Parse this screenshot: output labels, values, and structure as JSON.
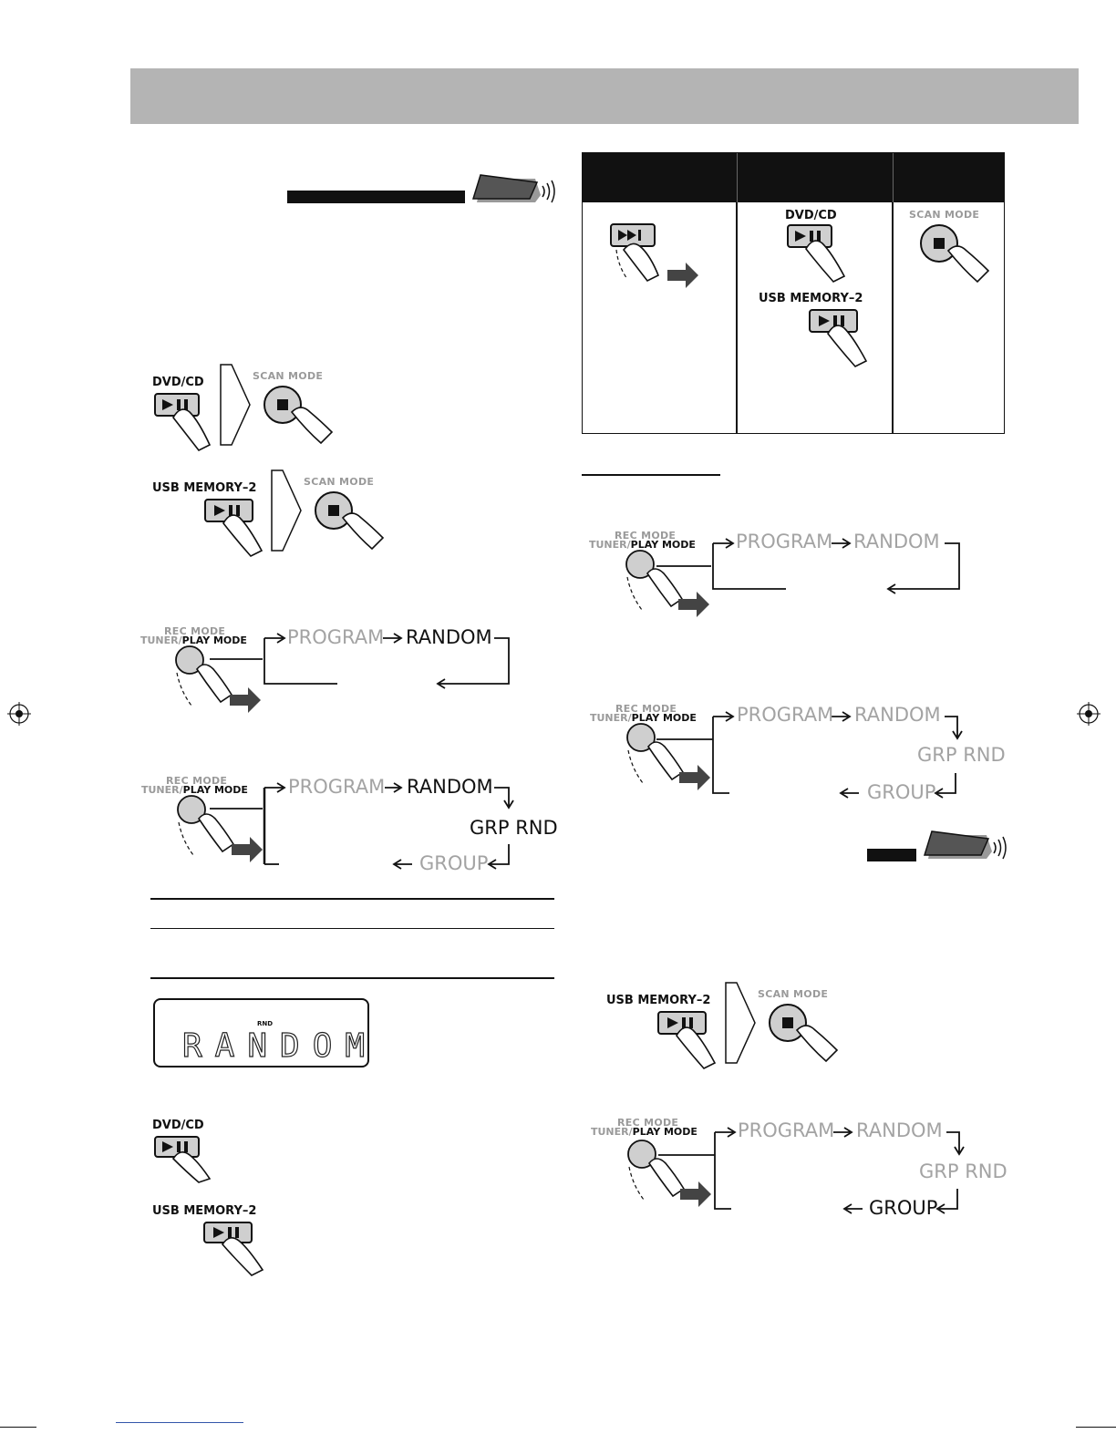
{
  "labels": {
    "dvd_cd": "DVD/CD",
    "usb_memory_2": "USB MEMORY–2",
    "scan_mode": "SCAN MODE",
    "rec_mode": "REC MODE",
    "tuner": "TUNER/",
    "play_mode": "PLAY MODE"
  },
  "flow": {
    "program": "PROGRAM",
    "random": "RANDOM",
    "grp_rnd": "GRP RND",
    "group": "GROUP"
  },
  "lcd": {
    "indicator": "RND",
    "text": "RANDOM"
  },
  "icons": {
    "play_pause": "play-pause-icon",
    "stop": "stop-icon",
    "skip": "skip-forward-icon",
    "remote": "remote-signal-icon"
  },
  "colors": {
    "header_band": "#b4b4b4",
    "dim_text": "#a3a3a3",
    "button_fill": "#cfcfcf"
  }
}
